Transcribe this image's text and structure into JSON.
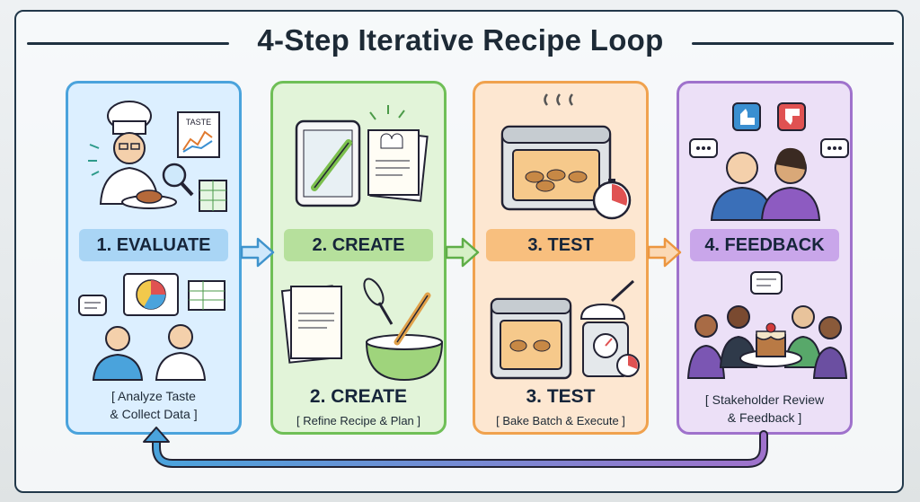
{
  "title": "4-Step Iterative Recipe Loop",
  "steps": [
    {
      "label": "1. EVALUATE",
      "caption_lines": [
        "[ Analyze Taste",
        "& Collect Data ]"
      ],
      "art_text": "TASTE"
    },
    {
      "label": "2. CREATE",
      "subtitle": "2. CREATE",
      "caption": "[ Refine Recipe & Plan ]"
    },
    {
      "label": "3. TEST",
      "subtitle": "3. TEST",
      "caption": "[ Bake Batch & Execute ]"
    },
    {
      "label": "4. FEEDBACK",
      "caption_lines": [
        "[ Stakeholder Review",
        "& Feedback ]"
      ]
    }
  ],
  "colors": {
    "evaluate": "#4aa3dc",
    "create": "#6fbf57",
    "test": "#f0a24e",
    "feedback": "#9f72cc",
    "loop_arrow_start": "#9f72cc",
    "loop_arrow_end": "#4aa3dc"
  },
  "icons": {
    "evaluate": [
      "chef-icon",
      "magnifier-icon",
      "chart-icon",
      "spreadsheet-icon",
      "pie-chart-icon",
      "people-icon"
    ],
    "create": [
      "tablet-icon",
      "pencil-icon",
      "recipe-card-icon",
      "whisk-icon",
      "mixing-bowl-icon"
    ],
    "test": [
      "oven-icon",
      "timer-icon",
      "kitchen-scale-icon"
    ],
    "feedback": [
      "thumbs-up-icon",
      "thumbs-down-icon",
      "chat-bubble-icon",
      "people-icon",
      "cake-icon"
    ]
  }
}
